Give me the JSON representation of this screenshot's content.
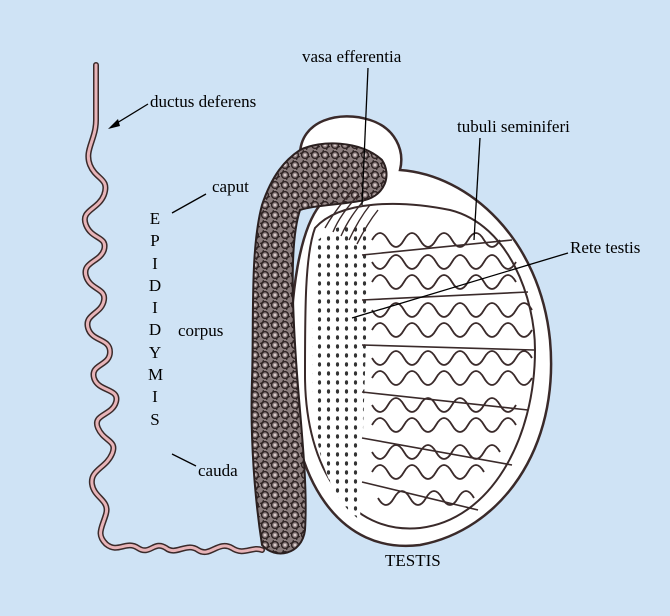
{
  "labels": {
    "ductus_deferens": "ductus deferens",
    "vasa_efferentia": "vasa efferentia",
    "tubuli_seminiferi": "tubuli seminiferi",
    "caput": "caput",
    "corpus": "corpus",
    "cauda": "cauda",
    "rete_testis": "Rete testis",
    "testis": "TESTIS",
    "epididymis_letters": [
      "E",
      "P",
      "I",
      "D",
      "I",
      "D",
      "Y",
      "M",
      "I",
      "S"
    ]
  },
  "colors": {
    "background": "#cfe3f5",
    "duct_fill": "#e8b4b8",
    "duct_outline": "#3a2a2a",
    "testis_fill": "#ffffff",
    "epididymis_fill": "#7a6f6f"
  }
}
